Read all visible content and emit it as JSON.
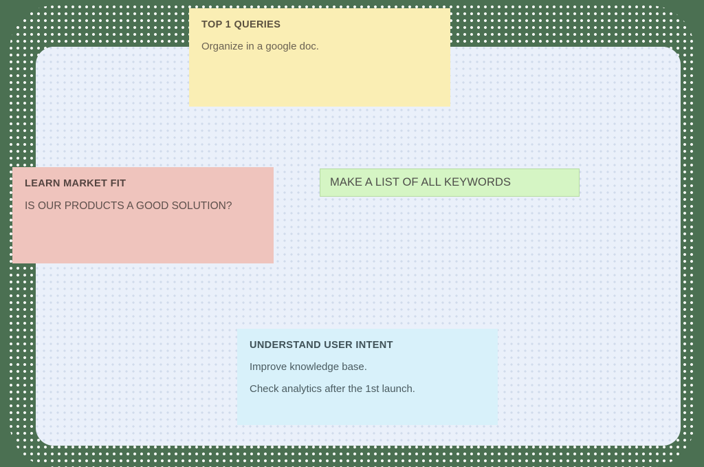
{
  "board": {
    "background_color": "#4b7052",
    "halftone_color": "#ffffff",
    "canvas_color": "#eaf0fa",
    "canvas_dot_color": "#96a8c8"
  },
  "cards": [
    {
      "id": "top-queries",
      "title": "TOP 1 QUERIES",
      "lines": [
        "Organize in a google doc."
      ],
      "color": "#faeeb4"
    },
    {
      "id": "learn-market-fit",
      "title": "LEARN MARKET FIT",
      "lines": [
        "IS OUR PRODUCTS A GOOD SOLUTION?"
      ],
      "color": "#efc4bd"
    },
    {
      "id": "make-list",
      "title": "",
      "lines": [
        "MAKE A LIST OF ALL KEYWORDS"
      ],
      "color": "#d5f5c4",
      "border_color": "#b6dba2"
    },
    {
      "id": "user-intent",
      "title": "UNDERSTAND USER INTENT",
      "lines": [
        "Improve knowledge base.",
        "Check analytics after the 1st launch."
      ],
      "color": "#d8f1fa"
    }
  ]
}
